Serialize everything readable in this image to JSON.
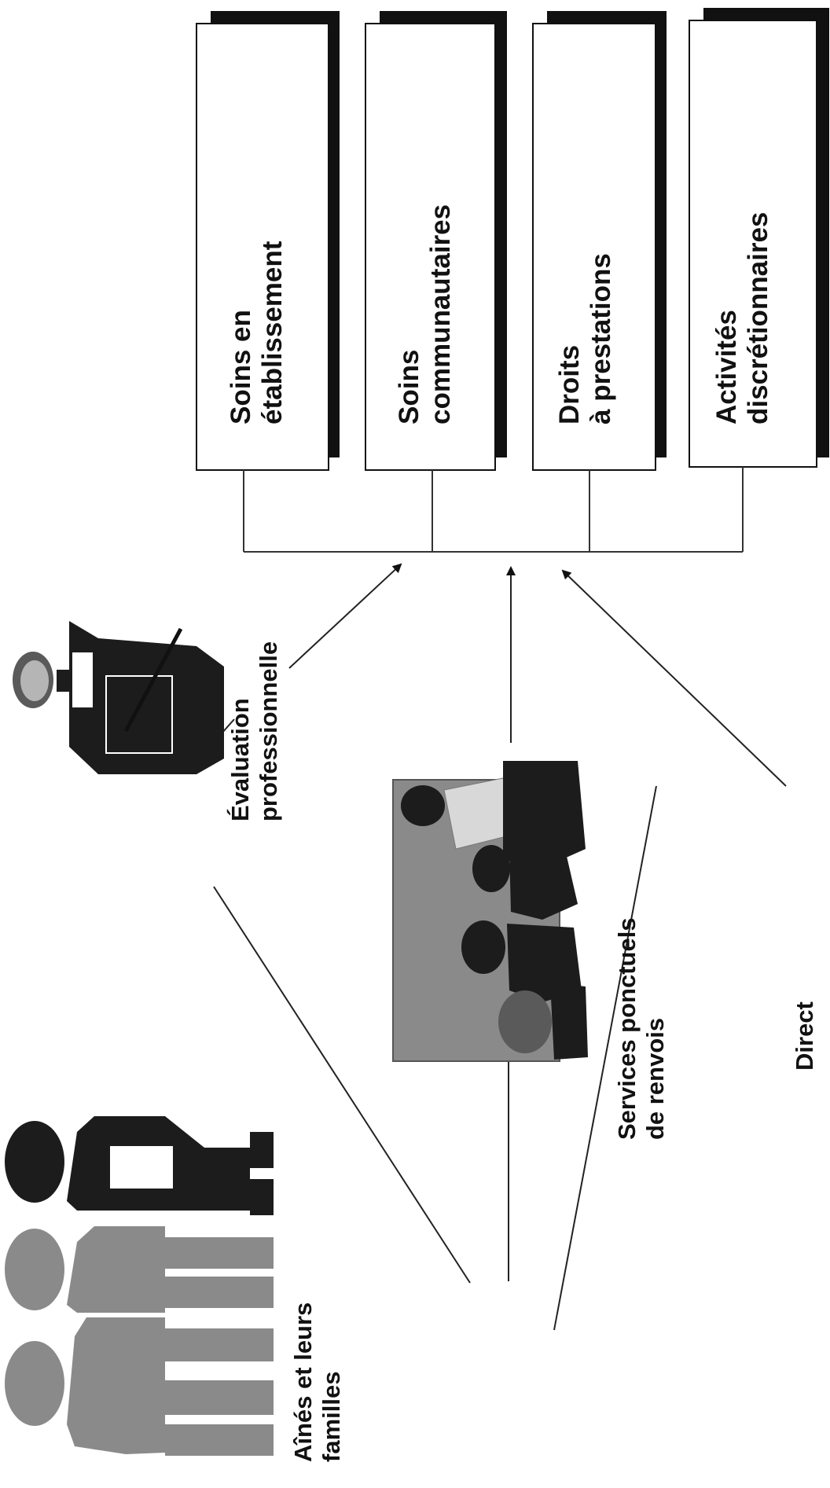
{
  "services": [
    {
      "id": "soins-etablissement",
      "lines": [
        "Soins en",
        "établissement"
      ]
    },
    {
      "id": "soins-communautaires",
      "lines": [
        "Soins",
        "communautaires"
      ]
    },
    {
      "id": "droits-prestations",
      "lines": [
        "Droits",
        "à prestations"
      ]
    },
    {
      "id": "activites-discretionnaires",
      "lines": [
        "Activités",
        "discrétionnaires"
      ]
    }
  ],
  "pathways": [
    {
      "id": "evaluation",
      "lines": [
        "Évaluation",
        "professionnelle"
      ]
    },
    {
      "id": "services-ponctuels",
      "lines": [
        "Services ponctuels",
        "de renvois"
      ]
    },
    {
      "id": "direct",
      "lines": [
        "Direct"
      ]
    }
  ],
  "clients": {
    "lines": [
      "Aînés et leurs",
      "familles"
    ]
  },
  "colors": {
    "ink": "#111111",
    "paper": "#ffffff",
    "halftone": "#8a8a8a"
  }
}
